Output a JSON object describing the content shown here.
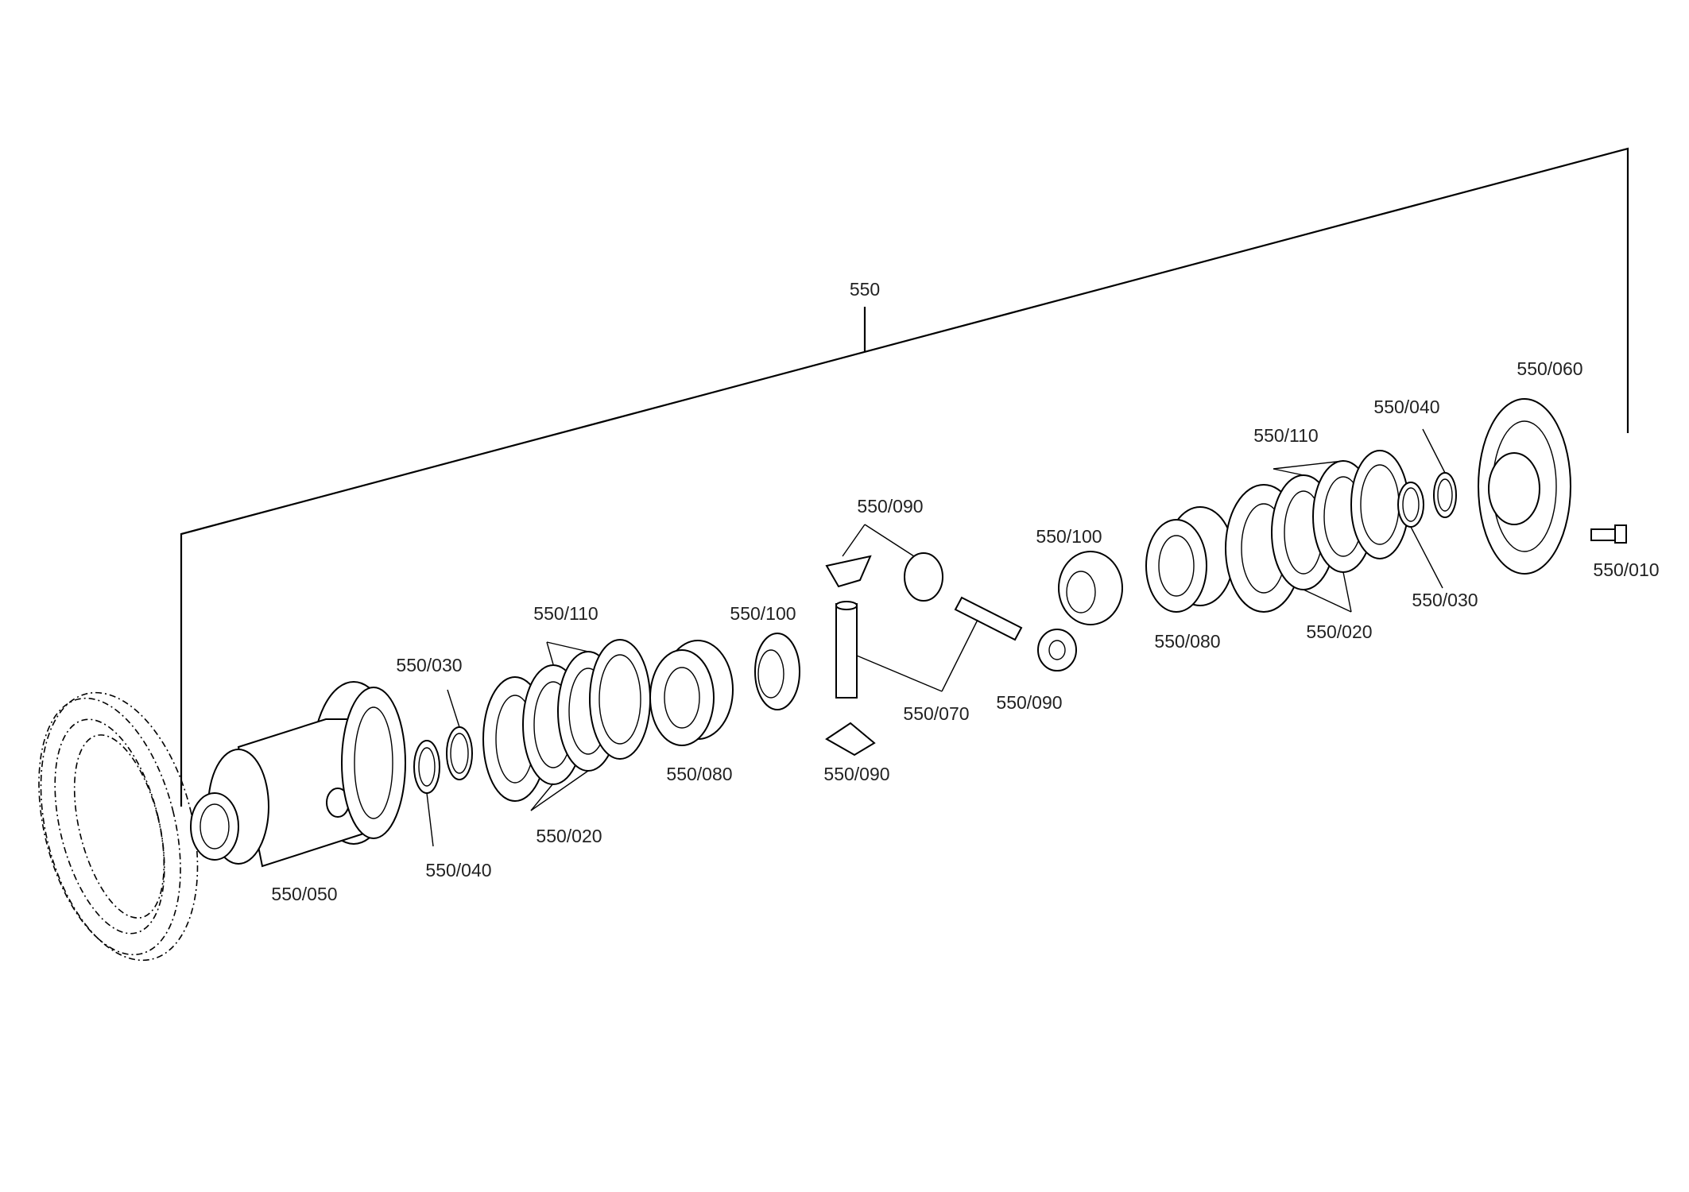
{
  "assembly": {
    "label": "550"
  },
  "callouts": {
    "c010": "550/010",
    "c020_left": "550/020",
    "c020_right": "550/020",
    "c030_left": "550/030",
    "c030_right": "550/030",
    "c040_left": "550/040",
    "c040_right": "550/040",
    "c050": "550/050",
    "c060": "550/060",
    "c070": "550/070",
    "c080_left": "550/080",
    "c080_right": "550/080",
    "c090_top": "550/090",
    "c090_bottom": "550/090",
    "c090_right": "550/090",
    "c100_left": "550/100",
    "c100_right": "550/100",
    "c110_left": "550/110",
    "c110_right": "550/110"
  }
}
